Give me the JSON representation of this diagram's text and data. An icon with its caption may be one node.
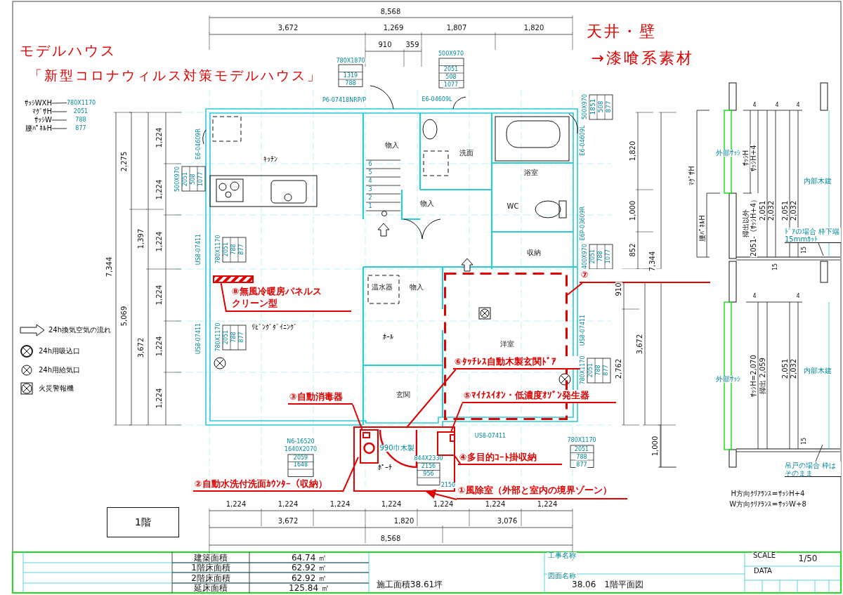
{
  "diagram": {
    "nodes": [
      {
        "text": [
          "⑧無風冷暖房パネルスクリーン型"
        ]
      },
      {
        "text": [],
        "shape": "bar"
      },
      {
        "text": [
          "⑦"
        ]
      },
      {
        "text": [],
        "shape": "box"
      },
      {
        "text": [
          "⑥ﾀｯﾁﾚｽ自動木製玄関ﾄﾞｱ"
        ]
      },
      {
        "text": [
          "⑤ﾏｲﾅｽｲｵﾝ・低濃度ｵｿﾞﾝ発生器"
        ]
      },
      {
        "text": [
          "④多目的ｺｰﾄ掛収納"
        ]
      },
      {
        "text": [
          "③自動消毒器"
        ]
      },
      {
        "text": [
          "②自動水洗付洗面ｶｳﾝﾀｰ（収納）"
        ]
      },
      {
        "text": [
          "①風除室（外部と室内の境界ゾーン）"
        ]
      },
      {
        "text": [],
        "shape": "box"
      },
      {
        "text": [],
        "shape": "box",
        "in": 10
      },
      {
        "text": [],
        "shape": "box",
        "in": 11
      },
      {
        "text": [],
        "shape": "arc",
        "in": 10
      },
      {
        "text": [],
        "shape": "box",
        "in": 10
      },
      {
        "text": [],
        "shape": "box",
        "in": 14
      },
      {
        "text": [
          "1階"
        ]
      },
      {
        "text": [
          "ｻｯｼWXH"
        ]
      },
      {
        "text": [
          "ﾏｸﾞｻH"
        ]
      },
      {
        "text": [
          "ｻｯｼW"
        ]
      },
      {
        "text": [
          "腰ﾊﾟﾈﾙH"
        ]
      },
      {
        "text": [
          "780X1170"
        ]
      },
      {
        "text": [
          "2051"
        ]
      },
      {
        "text": [
          "788"
        ]
      },
      {
        "text": [
          "877"
        ]
      },
      {
        "text": [
          "ﾄﾞｱの場合 枠下端15mmｶｯﾄ"
        ]
      },
      {
        "text": [
          "吊戸の場合 枠はそのまま"
        ]
      }
    ],
    "edges": [
      {
        "from": 0,
        "to": 1,
        "arrow": "none"
      },
      {
        "from": 2,
        "to": 3,
        "arrow": "none"
      },
      {
        "from": 4,
        "to": 13,
        "arrow": "none"
      },
      {
        "from": 5,
        "to": 15,
        "arrow": "none"
      },
      {
        "from": 6,
        "to": 14,
        "arrow": "none"
      },
      {
        "from": 7,
        "to": 12,
        "arrow": "none"
      },
      {
        "from": 8,
        "to": 11,
        "arrow": "none"
      },
      {
        "from": 9,
        "to": 10,
        "arrow": "to"
      },
      {
        "from": 17,
        "to": 21,
        "arrow": "none",
        "color": "#000000"
      },
      {
        "from": 18,
        "to": 22,
        "arrow": "none",
        "color": "#000000"
      },
      {
        "from": 19,
        "to": 23,
        "arrow": "none",
        "color": "#000000"
      },
      {
        "from": 20,
        "to": 24,
        "arrow": "none",
        "color": "#000000"
      },
      {
        "from": 25,
        "to": null,
        "arrow": "none",
        "color": "#000000"
      },
      {
        "from": 26,
        "to": null,
        "arrow": "none",
        "color": "#000000"
      }
    ],
    "labels": [
      "モデルハウス",
      "「新型コロナウィルス対策モデルハウス」",
      "天井・壁",
      "→漆喰系素材",
      "8,568",
      "3,672",
      "1,269",
      "1,807",
      "1,820",
      "910",
      "359",
      "780X1870",
      "1319",
      "788",
      "P6-07418NRP/P",
      "500X970",
      "2051",
      "508",
      "1077",
      "E6-04609L",
      "2,275",
      "7,344",
      "5,069",
      "1,397",
      "3,672",
      "1,224",
      "1,224",
      "1,224",
      "1,224",
      "1,224",
      "1,224",
      "E6-04609R",
      "500X970",
      "2051",
      "508",
      "1077",
      "US8-07411",
      "780X1170",
      "2051",
      "788",
      "877",
      "US8-07411",
      "780X1170",
      "2051",
      "788",
      "877",
      "ｷｯﾁﾝ",
      "物入",
      "洗面",
      "浴室",
      "物入",
      "WC",
      "収納",
      "温水器",
      "物入",
      "ﾎｰﾙ",
      "洋室",
      "ﾘﾋﾞﾝｸﾞﾀﾞｲﾆﾝｸﾞ",
      "玄関",
      "ﾎﾟｰﾁ",
      "6",
      "5",
      "4",
      "3",
      "2",
      "1",
      "500X970",
      "1851",
      "508",
      "877",
      "E6-04609L",
      "E6P-03609R",
      "400X970",
      "2051",
      "788",
      "1077",
      "1,820",
      "1,000",
      "852",
      "7,344",
      "910",
      "2,762",
      "3,672",
      "1,000",
      "US8-07411",
      "780X1170",
      "2051",
      "788",
      "877",
      "US8-07411",
      "780X1170",
      "2051",
      "788",
      "877",
      "N6-16520",
      "1640X2070",
      "2059",
      "1648",
      "990巾木製",
      "844X2330",
      "2156",
      "956",
      "2150",
      "1,224",
      "1,224",
      "1,224",
      "1,224",
      "1,224",
      "1,224",
      "1,224",
      "3,672",
      "1,820",
      "3,076",
      "8,568",
      "外部ｻｯｼ",
      "ｻｯｼH",
      "ｻｯｼH+4",
      "2,051",
      "2,032",
      "2,051",
      "2,032",
      "内部木建",
      "ﾏｸﾞｻH",
      "腰ﾊﾟﾈﾙH",
      "掃出以外",
      "2051-（ｻｯｼH+4）",
      "4",
      "4",
      "4",
      "15",
      "15",
      "外部ｻｯｼ",
      "ｻｯｼH=2,070",
      "掃出 2,059",
      "2,051",
      "2,032",
      "内部木建",
      "4",
      "4",
      "15",
      "H方向ｸﾘｱﾗﾝｽ＝ｻｯｼH+4",
      "W方向ｸﾘｱﾗﾝｽ＝ｻｯｼW+8",
      "建築面積",
      "64.74 ㎡",
      "1階床面積",
      "62.92 ㎡",
      "2階床面積",
      "62.92 ㎡",
      "延床面積",
      "125.84 ㎡",
      "施工面積38.61坪",
      "工事名称",
      "図面名称",
      "38.06　1階平面図",
      "SCALE",
      "1/50",
      "DATA"
    ],
    "legend": [
      {
        "text": "24h換気空気の流れ"
      },
      {
        "text": "24h用吸込口"
      },
      {
        "text": "24h用給気口"
      },
      {
        "text": "火災警報機"
      }
    ]
  }
}
